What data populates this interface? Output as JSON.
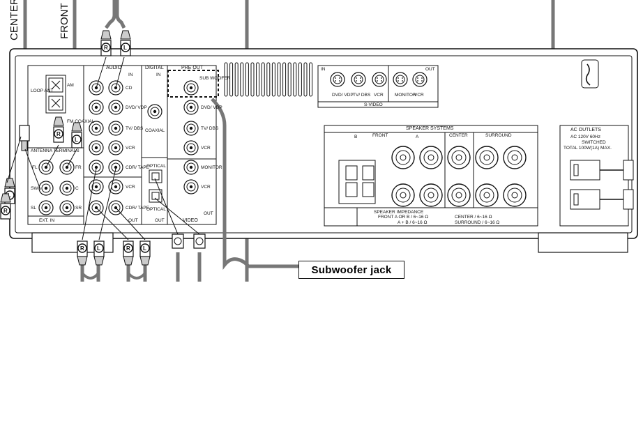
{
  "callout": "Subwoofer jack",
  "edge_labels": {
    "center": "CENTER",
    "front": "FRONT"
  },
  "panel": {
    "audio": "AUDIO",
    "in": "IN",
    "out": "OUT",
    "digital": "DIGITAL",
    "preout": "PRE OUT",
    "video": "VIDEO",
    "ext_in": "EXT. IN",
    "antenna_terminals": "ANTENNA TERMINALS",
    "loop_ant": "LOOP ANT",
    "am": "AM",
    "fm_coaxial": "FM COAXIAL",
    "sub_woofer": "SUB WOOFER",
    "coaxial": "COAXIAL",
    "optical": "OPTICAL",
    "svideo": "S-VIDEO",
    "ac_outlets": "AC OUTLETS",
    "ac_spec": "AC 120V 60Hz",
    "ac_switched": "SWITCHED",
    "ac_total": "TOTAL 100W(1A) MAX.",
    "speaker_systems": "SPEAKER SYSTEMS",
    "front": "FRONT",
    "center": "CENTER",
    "surround": "SURROUND",
    "spk_a": "A",
    "spk_b": "B",
    "spk_imp_title": "SPEAKER IMPEDANCE",
    "spk_imp_front": "FRONT  A OR B / 6~16 Ω",
    "spk_imp_front2": "A + B / 6~16 Ω",
    "spk_imp_center": "CENTER  / 6~16 Ω",
    "spk_imp_surround": "SURROUND / 6~16 Ω"
  },
  "jacks": {
    "audio_in": [
      "CD",
      "DVD/ VDP",
      "TV/ DBS",
      "VCR",
      "CDR/ TAPE"
    ],
    "audio_out": [
      "VCR",
      "CDR/ TAPE"
    ],
    "ext_in": [
      "FL",
      "FR",
      "C",
      "SW",
      "SL",
      "SR"
    ],
    "video": [
      "SUB WOOFER",
      "DVD/ VDP",
      "TV/ DBS",
      "VCR",
      "MONITOR",
      "VCR"
    ],
    "svideo": [
      "DVD/ VDP",
      "TV/ DBS",
      "VCR",
      "MONITOR",
      "VCR"
    ]
  },
  "plugs": {
    "right": "R",
    "left": "L"
  }
}
